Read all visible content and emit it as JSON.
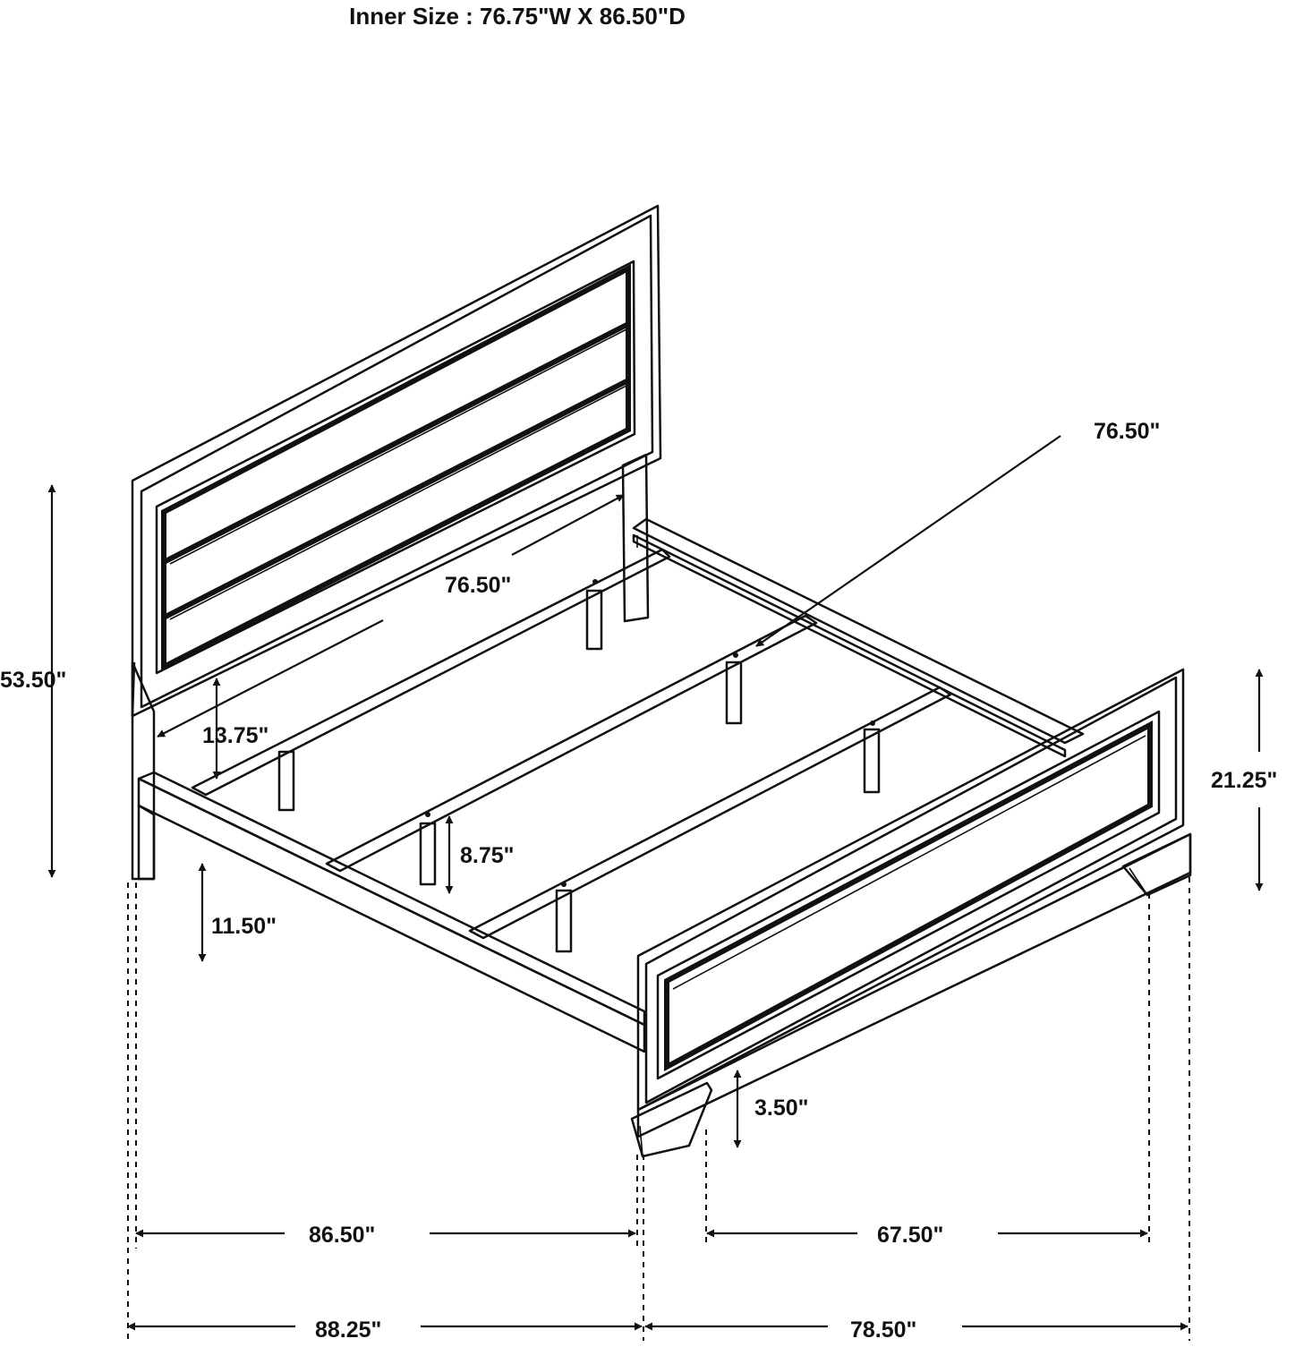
{
  "header": {
    "inner_size": "Inner Size : 76.75\"W X 86.50\"D"
  },
  "dimensions": {
    "overall_height": "53.50\"",
    "headboard_inner_width": "76.50\"",
    "slat_length": "76.50\"",
    "rail_to_headboard_panel": "13.75\"",
    "slat_support_height": "8.75\"",
    "rail_clearance": "11.50\"",
    "footboard_height": "21.25\"",
    "footboard_leg_height": "3.50\"",
    "rail_length": "86.50\"",
    "overall_length": "88.25\"",
    "footboard_inner_width": "67.50\"",
    "overall_width": "78.50\""
  },
  "colors": {
    "ink": "#111111",
    "background": "#ffffff"
  }
}
